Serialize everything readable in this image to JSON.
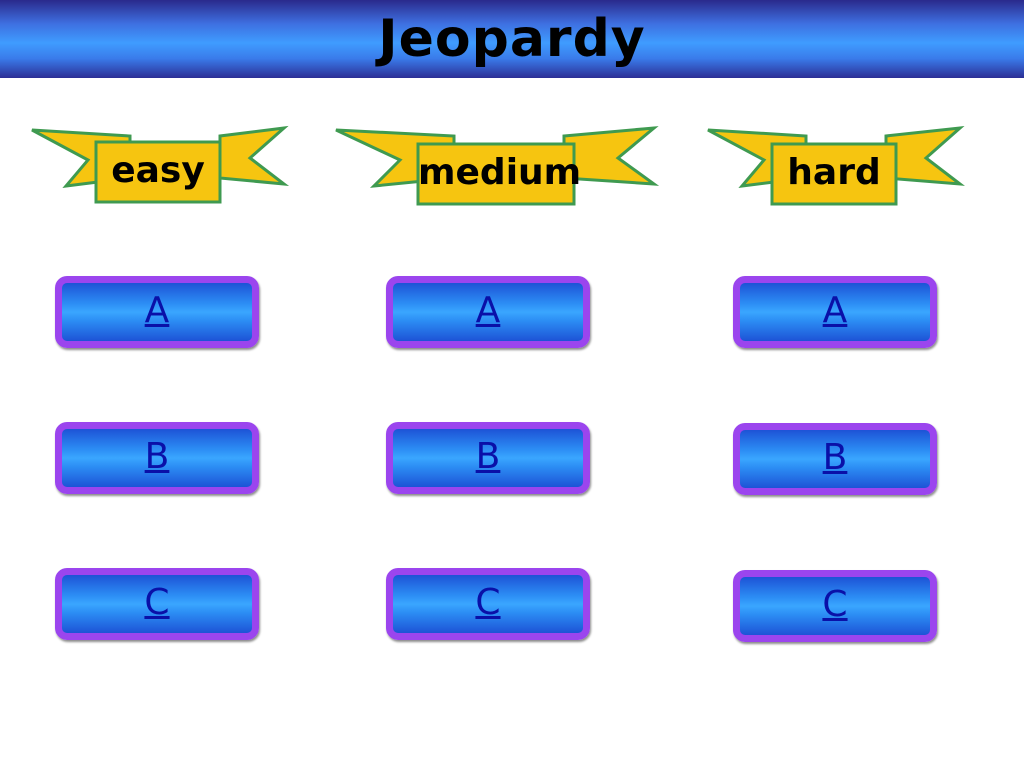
{
  "header": {
    "title": "Jeopardy"
  },
  "colors": {
    "banner_yellow": "#f6c510",
    "banner_outline": "#3f9a50",
    "tile_border": "#9b45ee",
    "tile_fill": "#2c8df4",
    "link_text": "#0a10a8"
  },
  "categories": [
    {
      "label": "easy",
      "items": [
        {
          "label": "A"
        },
        {
          "label": "B"
        },
        {
          "label": "C"
        }
      ]
    },
    {
      "label": "medium",
      "items": [
        {
          "label": "A"
        },
        {
          "label": "B"
        },
        {
          "label": "C"
        }
      ]
    },
    {
      "label": "hard",
      "items": [
        {
          "label": "A"
        },
        {
          "label": "B"
        },
        {
          "label": "C"
        }
      ]
    }
  ]
}
